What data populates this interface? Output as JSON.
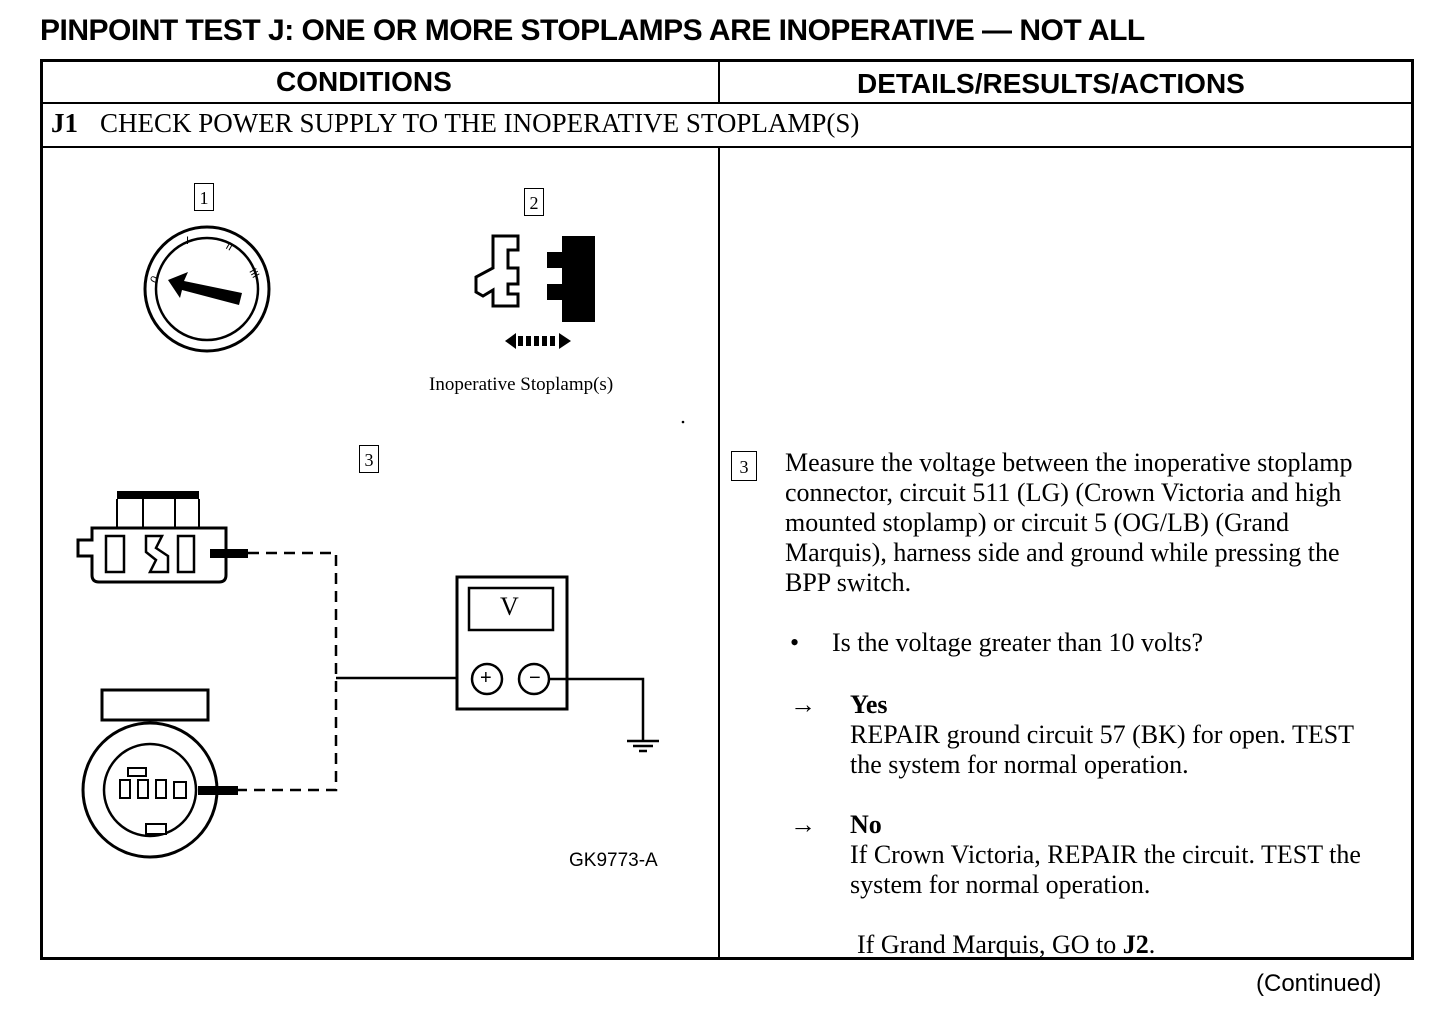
{
  "title": "PINPOINT TEST J:  ONE OR MORE STOPLAMPS ARE INOPERATIVE — NOT ALL",
  "table": {
    "col_conditions": "CONDITIONS",
    "col_details": "DETAILS/RESULTS/ACTIONS",
    "step_id": "J1",
    "step_title": "CHECK POWER SUPPLY TO THE INOPERATIVE STOPLAMP(S)"
  },
  "figure": {
    "callout_1": "1",
    "callout_2": "2",
    "callout_3": "3",
    "caption_2": "Inoperative Stoplamp(s)",
    "meter_label": "V",
    "meter_plus": "+",
    "meter_minus": "−",
    "figure_id": "GK9773-A"
  },
  "details": {
    "step_callout": "3",
    "instruction": "Measure the voltage between the inoperative stoplamp connector, circuit 511 (LG) (Crown Victoria and high mounted stoplamp) or circuit 5 (OG/LB) (Grand Marquis), harness side and ground while pressing the BPP switch.",
    "bullet": "•",
    "question": "Is the voltage greater than 10 volts?",
    "arrow": "→",
    "yes_label": "Yes",
    "yes_action": "REPAIR ground circuit 57 (BK) for open. TEST the system for normal operation.",
    "no_label": "No",
    "no_action": "If Crown Victoria, REPAIR the circuit. TEST the system for normal operation.",
    "no_action_2_prefix": "If Grand Marquis, GO to ",
    "no_action_2_target": "J2",
    "no_action_2_suffix": "."
  },
  "footer": {
    "continued": "(Continued)"
  }
}
